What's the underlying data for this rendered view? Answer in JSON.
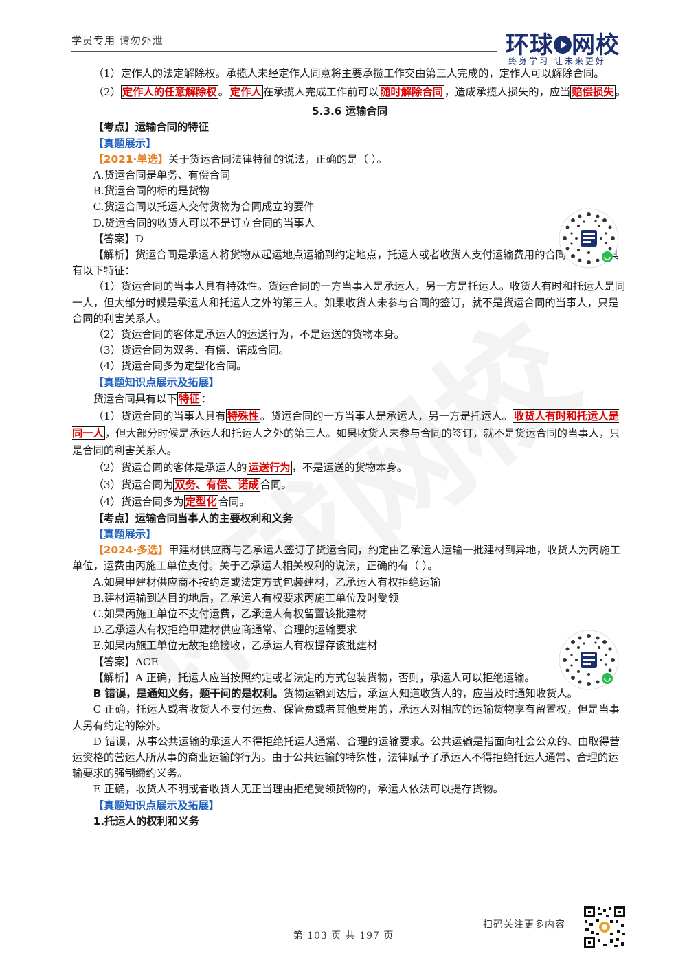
{
  "header": {
    "left_text": "学员专用 请勿外泄",
    "logo_text_1": "环球",
    "logo_text_2": "网校",
    "logo_tagline": "终身学习 让未来更好"
  },
  "content": {
    "p1": "（1）定作人的法定解除权。承揽人未经定作人同意将主要承揽工作交由第三人完成的，定作人可以解除合同。",
    "p2": {
      "a": "（2）",
      "b": "定作人的任意解除权",
      "c": "。",
      "d": "定作人",
      "e": "在承揽人完成工作前可以",
      "f": "随时解除合同",
      "g": "，造成承揽人损失的，应当",
      "h": "赔偿损失",
      "i": "。"
    },
    "section_title": "5.3.6 运输合同",
    "kaodian1": "【考点】运输合同的特征",
    "zhenti1": "【真题展示】",
    "q1_tag": "【2021·单选】",
    "q1_text": "关于货运合同法律特征的说法，正确的是（   ）。",
    "q1_options": [
      "A.货运合同是单务、有偿合同",
      "B.货运合同的标的是货物",
      "C.货运合同以托运人交付货物为合同成立的要件",
      "D.货运合同的收货人可以不是订立合同的当事人"
    ],
    "q1_answer": "【答案】D",
    "q1_analysis": [
      "【解析】货运合同是承运人将货物从起运地点运输到约定地点，托运人或者收货人支付运输费用的合同。该合同具有以下特征：",
      "（1）货运合同的当事人具有特殊性。货运合同的一方当事人是承运人，另一方是托运人。收货人有时和托运人是同一人，但大部分时候是承运人和托运人之外的第三人。如果收货人未参与合同的签订，就不是货运合同的当事人，只是合同的利害关系人。",
      "（2）货运合同的客体是承运人的运送行为，不是运送的货物本身。",
      "（3）货运合同为双务、有偿、诺成合同。",
      "（4）货运合同多为定型化合同。"
    ],
    "ext1": "【真题知识点展示及拓展】",
    "ext1_intro": {
      "a": "货运合同具有以下",
      "b": "特征",
      "c": "："
    },
    "ext1_l1": {
      "a": "（1）货运合同的当事人具有",
      "b": "特殊性",
      "c": "。货运合同的一方当事人是承运人，另一方是托运人。",
      "d": "收货人有时和托运人是同一人",
      "e": "，但大部分时候是承运人和托运人之外的第三人。如果收货人未参与合同的签订，就不是货运合同的当事人，只是合同的利害关系人。"
    },
    "ext1_l2": {
      "a": "（2）货运合同的客体是承运人的",
      "b": "运送行为",
      "c": "，不是运送的货物本身。"
    },
    "ext1_l3": {
      "a": "（3）货运合同为",
      "b": "双务、有偿、诺成",
      "c": "合同。"
    },
    "ext1_l4": {
      "a": "（4）货运合同多为",
      "b": "定型化",
      "c": "合同。"
    },
    "kaodian2": "【考点】运输合同当事人的主要权利和义务",
    "zhenti2": "【真题展示】",
    "q2_tag": "【2024·多选】",
    "q2_text": "甲建材供应商与乙承运人签订了货运合同，约定由乙承运人运输一批建材到异地，收货人为丙施工单位，运费由丙施工单位支付。关于乙承运人相关权利的说法，正确的有（   ）。",
    "q2_options": [
      "A.如果甲建材供应商不按约定或法定方式包装建材，乙承运人有权拒绝运输",
      "B.建材运输到达目的地后，乙承运人有权要求丙施工单位及时受领",
      "C.如果丙施工单位不支付运费，乙承运人有权留置该批建材",
      "D.乙承运人有权拒绝甲建材供应商通常、合理的运输要求",
      "E.如果丙施工单位无故拒绝接收，乙承运人有权提存该批建材"
    ],
    "q2_answer": "【答案】ACE",
    "q2_a": "【解析】A 正确，托运人应当按照约定或者法定的方式包装货物，否则，承运人可以拒绝运输。",
    "q2_b_bold": "B 错误，是通知义务，题干问的是权利。",
    "q2_b_rest": "货物运输到达后，承运人知道收货人的，应当及时通知收货人。",
    "q2_c": "C 正确，托运人或者收货人不支付运费、保管费或者其他费用的，承运人对相应的运输货物享有留置权，但是当事人另有约定的除外。",
    "q2_d": "D 错误，从事公共运输的承运人不得拒绝托运人通常、合理的运输要求。公共运输是指面向社会公众的、由取得营运资格的营运人所从事的商业运输的行为。由于公共运输的特殊性，法律赋予了承运人不得拒绝托运人通常、合理的运输要求的强制缔约义务。",
    "q2_e": "E 正确，收货人不明或者收货人无正当理由拒绝受领货物的，承运人依法可以提存货物。",
    "ext2": "【真题知识点展示及拓展】",
    "sub1": "1.托运人的权利和义务"
  },
  "footer": {
    "page": "第 103 页 共 197 页",
    "scan_text": "扫码关注更多内容"
  }
}
